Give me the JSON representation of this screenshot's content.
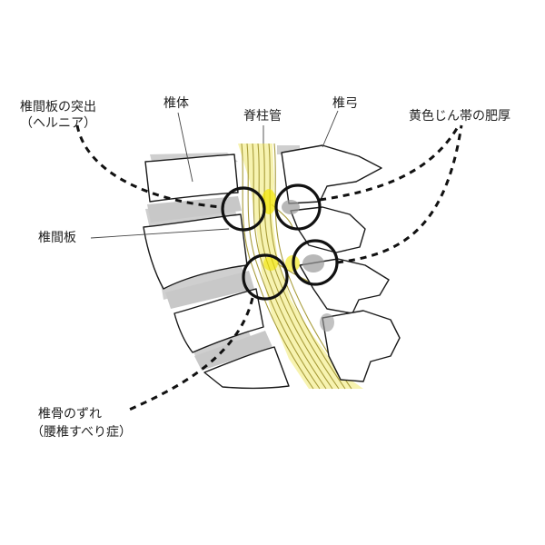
{
  "labels": {
    "disc_herniation_1": "椎間板の突出",
    "disc_herniation_2": "（ヘルニア）",
    "vertebral_body": "椎体",
    "spinal_canal": "脊柱管",
    "vertebral_arch": "椎弓",
    "ligamentum_flavum": "黄色じん帯の肥厚",
    "intervertebral_disc": "椎間板",
    "slip_1": "椎骨のずれ",
    "slip_2": "（腰椎すべり症）"
  },
  "colors": {
    "line": "#111111",
    "disc": "#c8c8c8",
    "canal": "#f7f3b0",
    "nerve": "#a89c3a",
    "highlight": "#f2e600",
    "lesion": "#9a9a9a"
  }
}
